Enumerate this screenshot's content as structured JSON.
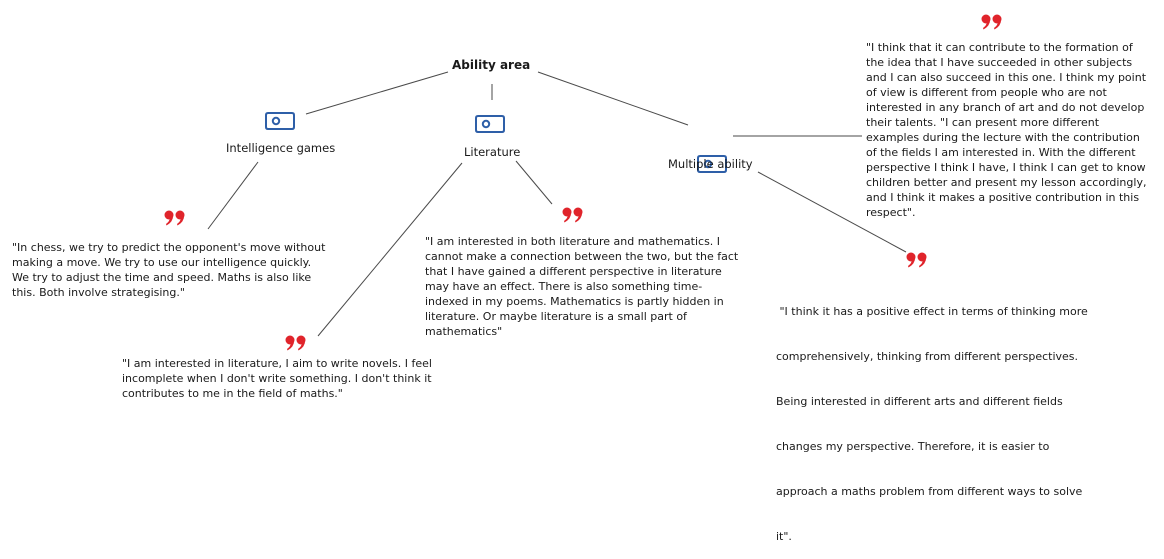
{
  "diagram": {
    "root": {
      "title": "Ability area"
    },
    "branches": [
      {
        "label": "Intelligence games",
        "quotes": [
          {
            "lines": [
              "\"In chess, we try to predict the opponent's move without",
              "making a move. We try to use our intelligence quickly.",
              "We try to adjust the time and speed. Maths is also like",
              "this. Both involve strategising.\""
            ]
          }
        ]
      },
      {
        "label": "Literature",
        "quotes": [
          {
            "lines": [
              "\"I am interested in literature, I aim to write novels. I feel",
              "incomplete when I don't write something. I don't think it",
              "contributes to me in the field of maths.\""
            ]
          },
          {
            "lines": [
              "\"I am interested in both literature and mathematics. I",
              "cannot make a connection between the two, but the fact",
              "that I have gained a different perspective in literature",
              "may have an effect. There is also something time-",
              "indexed in my poems. Mathematics is partly hidden in",
              "literature. Or maybe literature is a small part of",
              "mathematics\""
            ]
          }
        ]
      },
      {
        "label": "Multiple ability",
        "quotes": [
          {
            "lines": [
              "\"I think that it can contribute to the formation of",
              "the idea that I have succeeded in other subjects",
              "and I can also succeed in this one. I think my point",
              "of view is different from people who are not",
              "interested in any branch of art and do not develop",
              "their talents. \"I can present more different",
              "examples during the lecture with the contribution",
              "of the fields I am interested in. With the different",
              "perspective I think I have, I think I can get to know",
              "children better and present my lesson accordingly,",
              "and I think it makes a positive contribution in this",
              "respect\"."
            ]
          },
          {
            "lines": [
              " \"I think it has a positive effect in terms of thinking more",
              "comprehensively, thinking from different perspectives.",
              "Being interested in different arts and different fields",
              "changes my perspective. Therefore, it is easier to",
              "approach a maths problem from different ways to solve",
              "it\"."
            ]
          }
        ]
      }
    ]
  },
  "colors": {
    "icon_stroke": "#2e5fa8",
    "quote_mark": "#e0242b",
    "connector": "#4a4a4a",
    "text": "#1a1a1a"
  },
  "icons": {
    "node": "tag-icon",
    "quote": "quotation-mark-icon"
  }
}
